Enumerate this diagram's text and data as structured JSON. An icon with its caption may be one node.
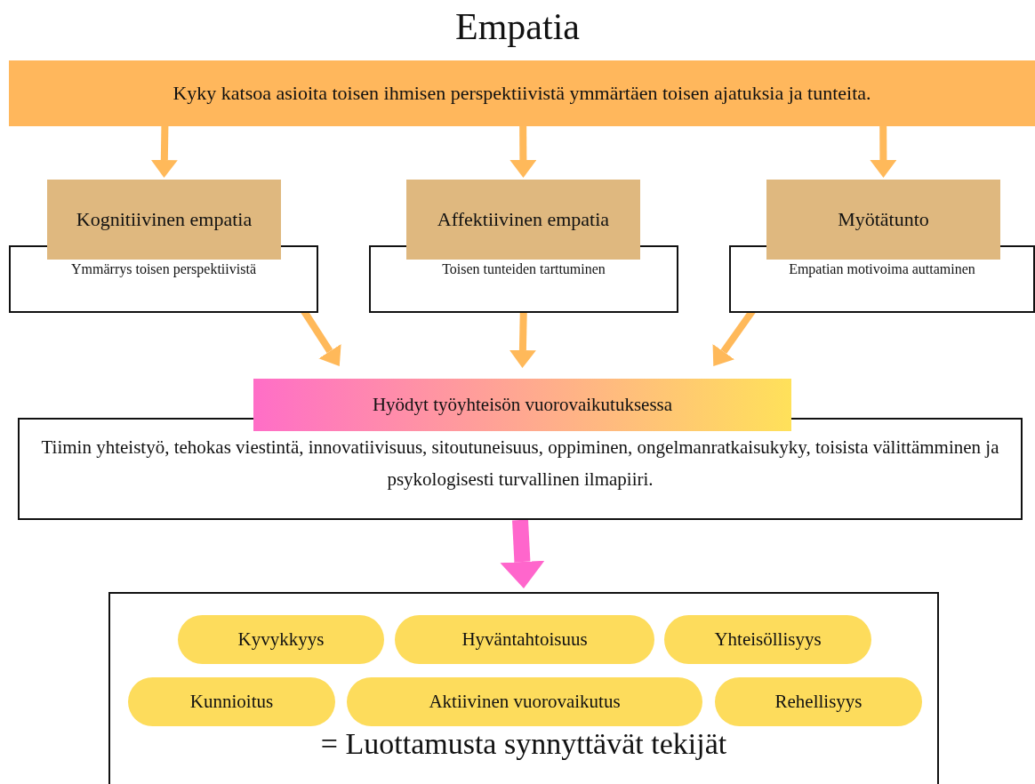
{
  "diagram": {
    "title": "Empatia",
    "nodes": [
      {
        "text": [
          "Kyky katsoa asioita toisen ihmisen perspektiivistä ymmärtäen toisen ajatuksia ja tunteita."
        ]
      },
      {
        "text": [
          "Kognitiivinen empatia"
        ]
      },
      {
        "text": [
          "Ymmärrys toisen perspektiivistä"
        ]
      },
      {
        "text": [
          "Affektiivinen empatia"
        ]
      },
      {
        "text": [
          "Toisen tunteiden tarttuminen"
        ]
      },
      {
        "text": [
          "Myötätunto"
        ]
      },
      {
        "text": [
          "Empatian motivoima auttaminen"
        ]
      },
      {
        "text": [
          "Hyödyt työyhteisön vuorovaikutuksessa"
        ]
      },
      {
        "text": [
          "Tiimin yhteistyö, tehokas viestintä, innovatiivisuus, sitoutuneisuus, oppiminen, ongelmanratkaisukyky, toisista välittämminen ja psykologisesti turvallinen ilmapiiri."
        ]
      },
      {
        "text": [
          "= Luottamusta synnyttävät tekijät"
        ]
      },
      {
        "text": [
          "Kyvykkyys"
        ],
        "in": 9
      },
      {
        "text": [
          "Hyväntahtoisuus"
        ],
        "in": 9
      },
      {
        "text": [
          "Yhteisöllisyys"
        ],
        "in": 9
      },
      {
        "text": [
          "Kunnioitus"
        ],
        "in": 9
      },
      {
        "text": [
          "Aktiivinen vuorovaikutus"
        ],
        "in": 9
      },
      {
        "text": [
          "Rehellisyys"
        ],
        "in": 9
      }
    ],
    "edges": [
      {
        "from": 0,
        "to": 1,
        "arrow": "to"
      },
      {
        "from": 0,
        "to": 3,
        "arrow": "to"
      },
      {
        "from": 0,
        "to": 5,
        "arrow": "to"
      },
      {
        "from": 2,
        "to": 7,
        "arrow": "to"
      },
      {
        "from": 4,
        "to": 7,
        "arrow": "to"
      },
      {
        "from": 6,
        "to": 7,
        "arrow": "to"
      },
      {
        "from": 8,
        "to": 9,
        "arrow": "to",
        "style": "thick",
        "color": "#ff66cc"
      }
    ]
  }
}
